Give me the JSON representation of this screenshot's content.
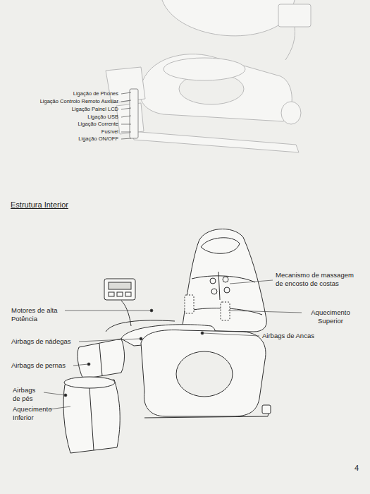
{
  "diagram": {
    "title": "Estrutura Interior",
    "labels": [
      "Ligação de Phones",
      "Ligação Controlo Remoto Auxiliar",
      "Ligação Painel LCD",
      "Ligação USB",
      "Ligação Corrente",
      "Fusível",
      "Ligação ON/OFF",
      "Mecanismo de massagem de encosto de costas",
      "Motores de alta Potência",
      "Aquecimento Superior",
      "Airbags de Ancas",
      "Airbags de nádegas",
      "Airbags de pernas",
      "Airbags de pés",
      "Aquecimento Inferior",
      "4"
    ]
  }
}
